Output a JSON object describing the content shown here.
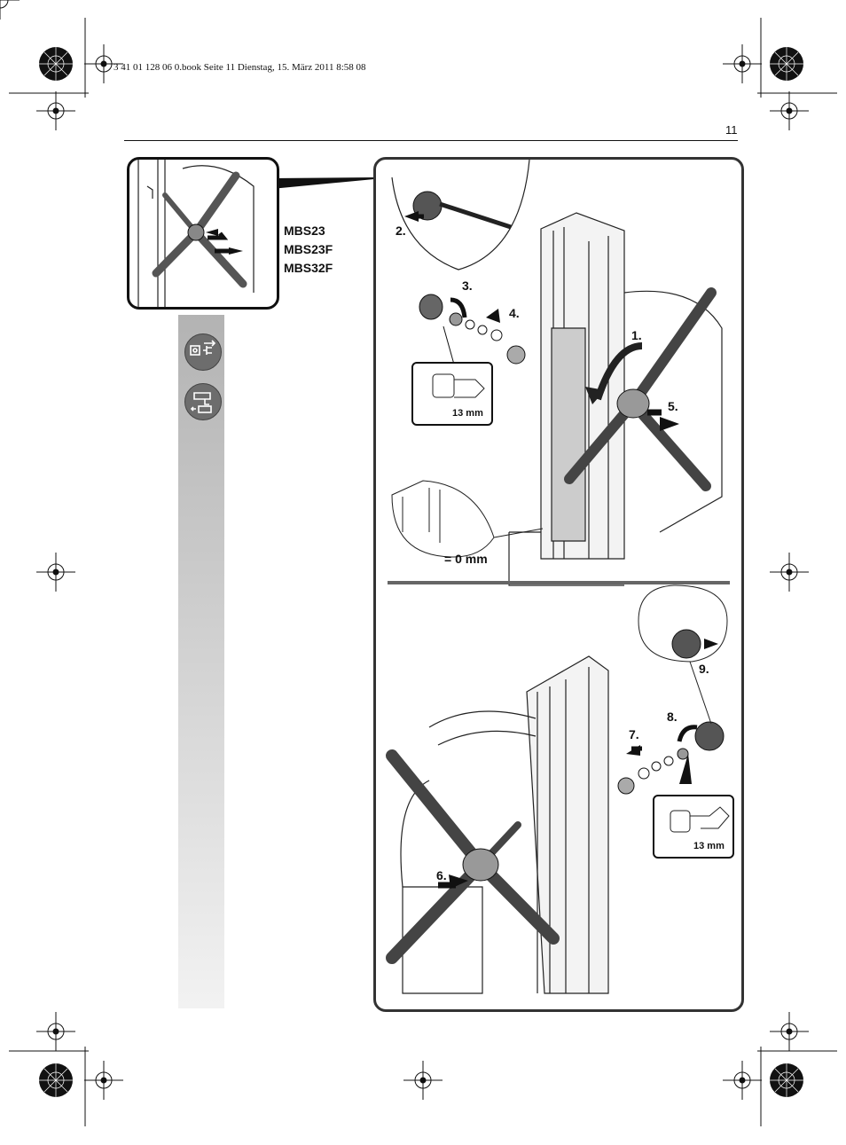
{
  "header": {
    "print_line": "3 41 01 128 06 0.book  Seite 11  Dienstag, 15. März 2011  8:58 08",
    "page_number": "11"
  },
  "models": [
    "MBS23",
    "MBS23F",
    "MBS32F"
  ],
  "steps": {
    "s1": "1.",
    "s2": "2.",
    "s3": "3.",
    "s4": "4.",
    "s5": "5.",
    "s6": "6.",
    "s7": "7.",
    "s8": "8.",
    "s9": "9."
  },
  "callouts": {
    "wrench_size_upper": "13 mm",
    "wrench_size_lower": "13 mm",
    "gap": "= 0 mm"
  },
  "icons": [
    "unplug-icon",
    "battery-removal-icon"
  ]
}
